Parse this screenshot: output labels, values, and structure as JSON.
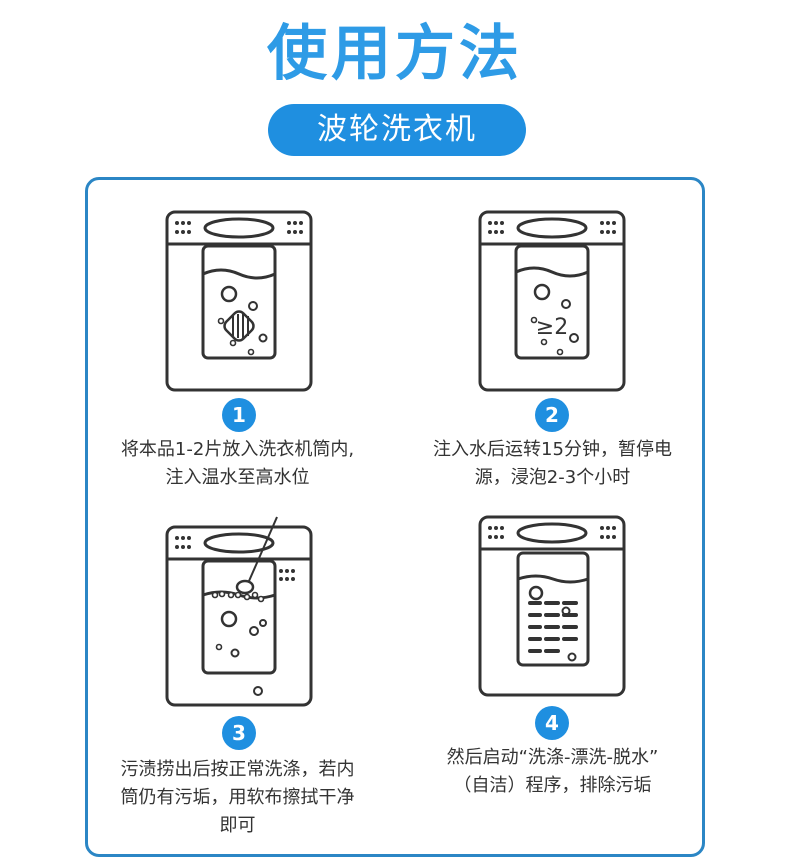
{
  "header": {
    "title": "使用方法",
    "subtitle": "波轮洗衣机"
  },
  "steps": [
    {
      "number": "1",
      "lines": [
        "将本品1-2片放入洗衣机筒内,",
        "注入温水至高水位"
      ]
    },
    {
      "number": "2",
      "lines": [
        "注入水后运转15分钟，暂停电",
        "源，浸泡2-3个小时"
      ],
      "tag": "≥2"
    },
    {
      "number": "3",
      "lines": [
        "污渍捞出后按正常洗涤，若内",
        "筒仍有污垢，用软布擦拭干净",
        "即可"
      ]
    },
    {
      "number": "4",
      "lines": [
        "然后启动“洗涤-漂洗-脱水”",
        "（自洁）程序，排除污垢"
      ]
    }
  ],
  "colors": {
    "accent": "#1f8fe0",
    "border": "#2b86c5",
    "line": "#333333"
  }
}
